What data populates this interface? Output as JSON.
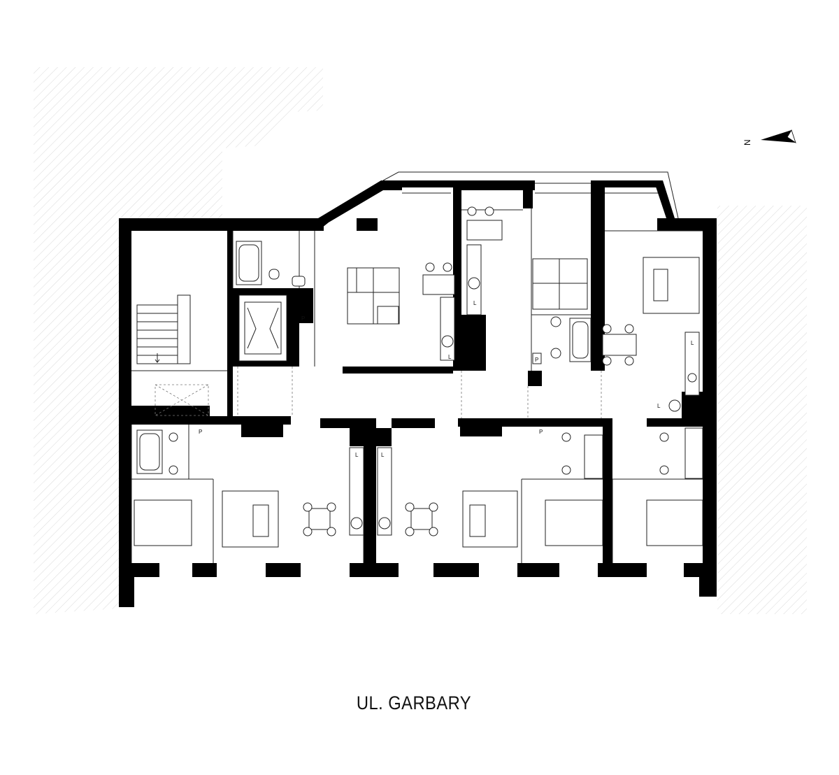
{
  "street_label": "UL. GARBARY",
  "north_label": "N",
  "fixture_labels": {
    "fridge": "L",
    "washer": "P"
  },
  "colors": {
    "wall": "#000000",
    "hatch": "#d9d9d9",
    "background": "#ffffff"
  },
  "icons": [
    "north-arrow-icon"
  ]
}
